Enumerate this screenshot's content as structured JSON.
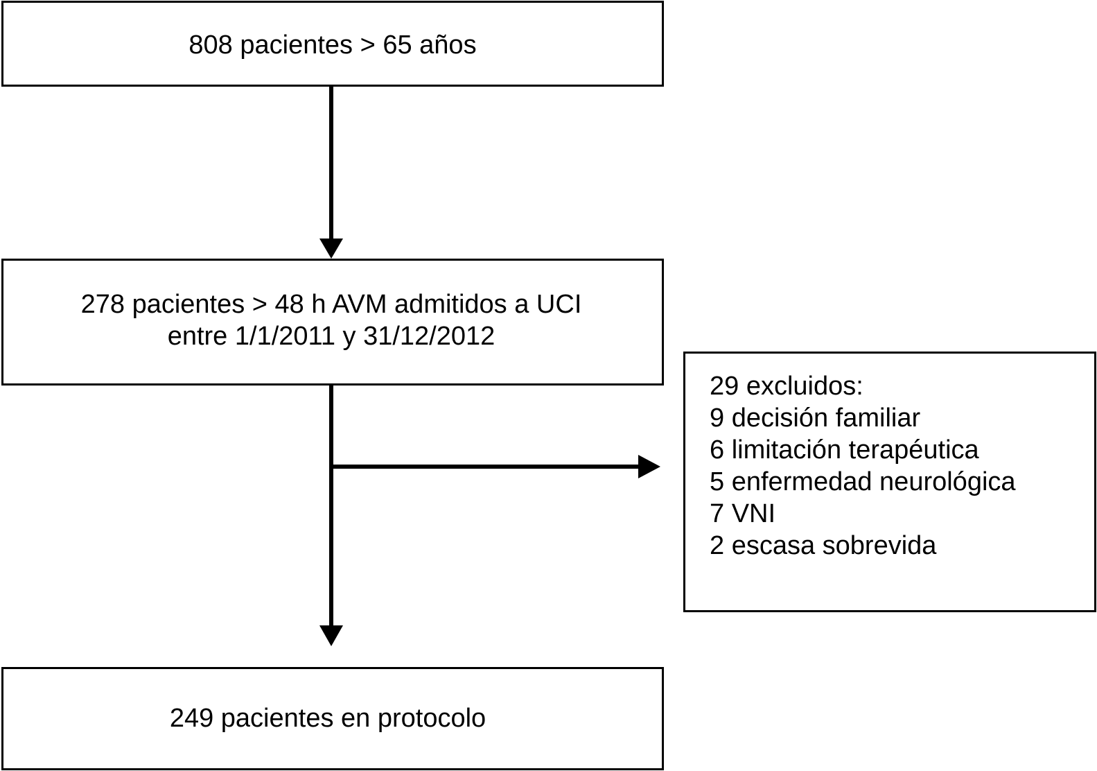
{
  "flowchart": {
    "step1": {
      "text": "808 pacientes > 65 años"
    },
    "step2": {
      "lines": [
        "278 pacientes > 48 h AVM admitidos a UCI",
        "entre 1/1/2011 y 31/12/2012"
      ]
    },
    "excluded": {
      "lines": [
        "29 excluidos:",
        "9 decisión familiar",
        "6 limitación terapéutica",
        "5 enfermedad neurológica",
        "7 VNI",
        "2 escasa sobrevida"
      ]
    },
    "step3": {
      "text": "249 pacientes en protocolo"
    }
  },
  "colors": {
    "stroke": "#000000",
    "background": "#ffffff"
  }
}
